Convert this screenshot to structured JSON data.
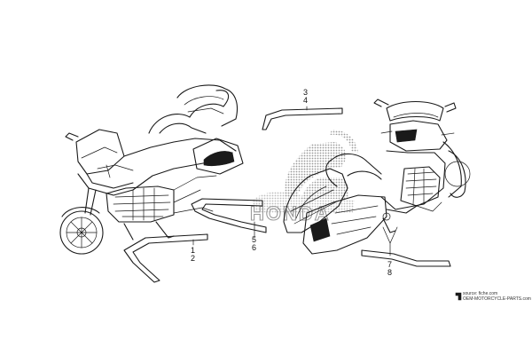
{
  "callouts": [
    {
      "top": "3",
      "bottom": "4"
    },
    {
      "top": "5",
      "bottom": "6"
    },
    {
      "top": "1",
      "bottom": "2"
    },
    {
      "top": "7",
      "bottom": "8"
    }
  ],
  "watermark": {
    "text": "HONDA"
  },
  "source": {
    "line1": "source: fiche.com",
    "line2": "OEM-MOTORCYCLE-PARTS.com"
  }
}
